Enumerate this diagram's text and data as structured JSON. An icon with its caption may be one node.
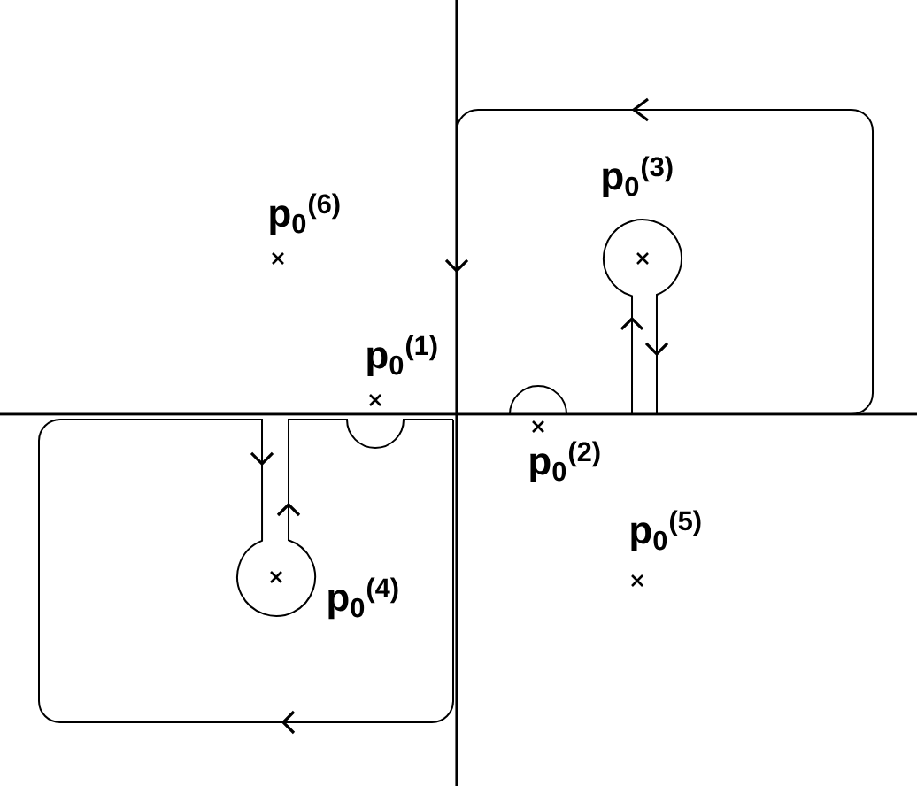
{
  "diagram": {
    "labels": [
      "p$_{0}$$^{(6)}$",
      "p$_{0}$$^{(3)}$",
      "p$_{0}$$^{(1)}$",
      "p$_{0}$$^{(2)}$",
      "p$_{0}$$^{(5)}$",
      "p$_{0}$$^{(4)}$"
    ]
  }
}
